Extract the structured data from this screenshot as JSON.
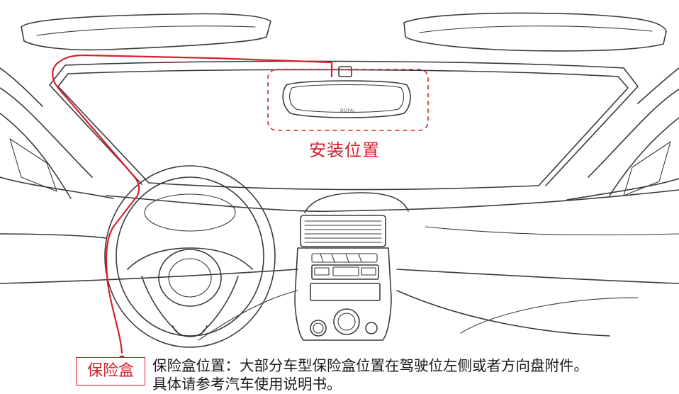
{
  "labels": {
    "install_position": "安装位置",
    "fuse_box": "保险盒",
    "note_line1": "保险盒位置：大部分车型保险盒位置在驾驶位左侧或者方向盘附件。",
    "note_line2": "具体请参考汽车使用说明书。"
  },
  "mirror_brand": "DDPAI",
  "colors": {
    "accent": "#d6202c",
    "outline": "#3a3a3a",
    "text": "#1a1a1a",
    "background": "#ffffff"
  }
}
